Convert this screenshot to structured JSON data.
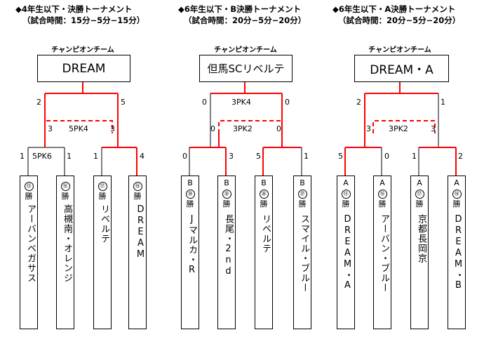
{
  "brackets": [
    {
      "title1": "◆4年生以下・決勝トーナメント",
      "title2": "（試合時間：15分−5分−15分）",
      "champion_label": "チャンピオンチーム",
      "champion": "DREAM",
      "final": {
        "left": "2",
        "right": "5"
      },
      "semi": {
        "left": "3",
        "mid": "5PK4",
        "right": "3"
      },
      "q_left": {
        "left": "1",
        "mid": "5PK6",
        "right": "1"
      },
      "q_right": {
        "left": "1",
        "right": "4"
      },
      "teams": [
        {
          "prefix": "",
          "seed": "⑮",
          "win": "勝",
          "name": "アーバンベガサス"
        },
        {
          "prefix": "",
          "seed": "⑯",
          "win": "勝",
          "name": "高槻南・オレンジ"
        },
        {
          "prefix": "",
          "seed": "⑰",
          "win": "勝",
          "name": "リベルテ"
        },
        {
          "prefix": "",
          "seed": "⑱",
          "win": "勝",
          "name": "DREAM"
        }
      ]
    },
    {
      "title1": "◆6年生以下・B決勝トーナメント",
      "title2": "（試合時間：20分−5分−20分）",
      "champion_label": "チャンピオンチーム",
      "champion": "但馬SCリベルテ",
      "final": {
        "left": "0",
        "mid": "3PK4",
        "right": "0"
      },
      "semi": {
        "left": "0",
        "mid": "3PK2",
        "right": "0"
      },
      "q_left": {
        "left": "0",
        "right": "3"
      },
      "q_right": {
        "left": "5",
        "right": "1"
      },
      "teams": [
        {
          "prefix": "B",
          "seed": "㉞",
          "win": "勝",
          "name": "Jマルカ・R"
        },
        {
          "prefix": "B",
          "seed": "㉟",
          "win": "勝",
          "name": "長尾・2nd"
        },
        {
          "prefix": "B",
          "seed": "㊱",
          "win": "勝",
          "name": "リベルテ"
        },
        {
          "prefix": "B",
          "seed": "㊲",
          "win": "勝",
          "name": "スマイル・ブルー"
        }
      ]
    },
    {
      "title1": "◆6年生以下・A決勝トーナメント",
      "title2": "（試合時間：20分−5分−20分）",
      "champion_label": "チャンピオンチーム",
      "champion": "DREAM・A",
      "final": {
        "left": "2",
        "right": "1"
      },
      "semi": {
        "left": "3",
        "mid": "3PK2",
        "right": "3"
      },
      "q_left": {
        "left": "5",
        "right": "0"
      },
      "q_right": {
        "left": "1",
        "right": "2"
      },
      "teams": [
        {
          "prefix": "A",
          "seed": "⑮",
          "win": "勝",
          "name": "DREAM・A"
        },
        {
          "prefix": "A",
          "seed": "⑯",
          "win": "勝",
          "name": "アーバン・ブルー"
        },
        {
          "prefix": "A",
          "seed": "⑰",
          "win": "勝",
          "name": "京都長岡京"
        },
        {
          "prefix": "A",
          "seed": "⑱",
          "win": "勝",
          "name": "DREAM・B"
        }
      ]
    }
  ],
  "colors": {
    "winner_line": "#ff0000",
    "line": "#000000"
  }
}
